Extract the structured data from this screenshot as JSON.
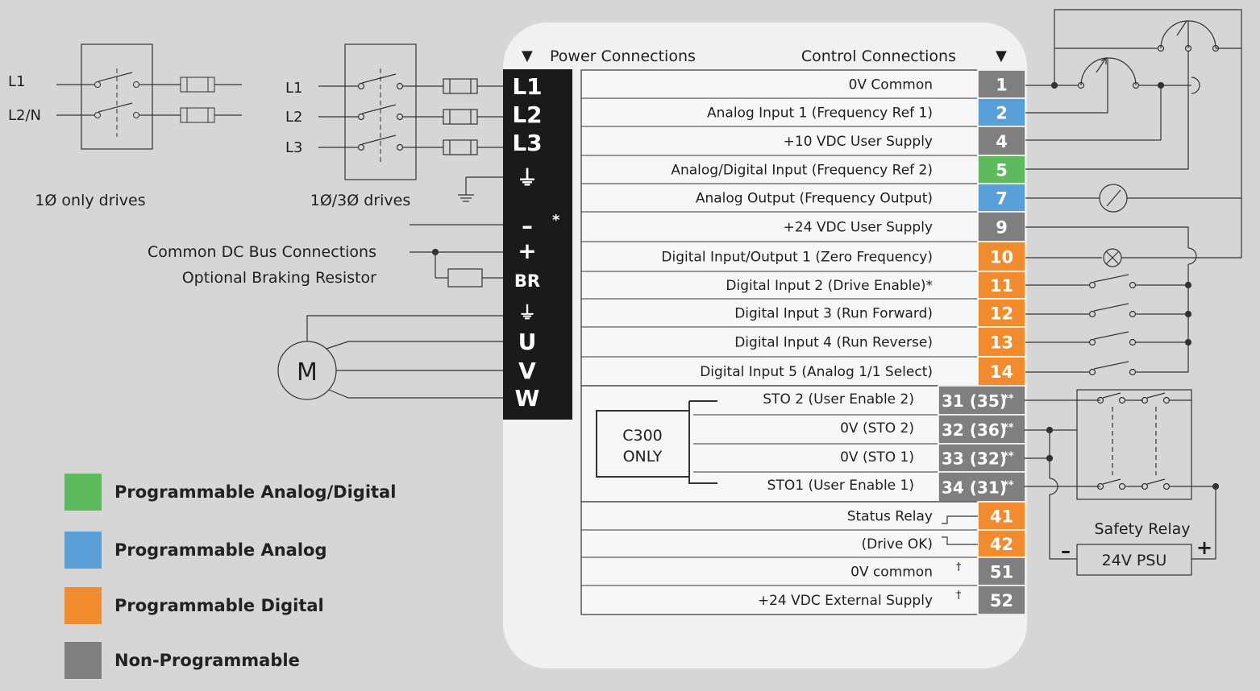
{
  "headers": {
    "power": "Power Connections",
    "control": "Control Connections"
  },
  "power_terminals": [
    "L1",
    "L2",
    "L3",
    "⏚",
    "–",
    "+",
    "BR",
    "⏚",
    "U",
    "V",
    "W"
  ],
  "power_asterisk": "*",
  "supply": {
    "single_phase": {
      "labels": [
        "L1",
        "L2/N"
      ],
      "caption": "1Ø only drives"
    },
    "three_phase": {
      "labels": [
        "L1",
        "L2",
        "L3"
      ],
      "caption": "1Ø/3Ø drives"
    }
  },
  "dc_bus": {
    "line1": "Common DC Bus Connections",
    "line2": "Optional Braking Resistor"
  },
  "motor_label": "M",
  "control_rows": [
    {
      "label": "0V Common",
      "num": "1",
      "color": "#7f7f7f"
    },
    {
      "label": "Analog Input 1 (Frequency Ref 1)",
      "num": "2",
      "color": "#5aa0d8"
    },
    {
      "label": "+10 VDC User Supply",
      "num": "4",
      "color": "#7f7f7f"
    },
    {
      "label": "Analog/Digital Input (Frequency Ref 2)",
      "num": "5",
      "color": "#5dbb5d"
    },
    {
      "label": "Analog Output (Frequency Output)",
      "num": "7",
      "color": "#5aa0d8"
    },
    {
      "label": "+24 VDC User Supply",
      "num": "9",
      "color": "#7f7f7f"
    },
    {
      "label": "Digital Input/Output 1 (Zero Frequency)",
      "num": "10",
      "color": "#f28a2e"
    },
    {
      "label": "Digital Input 2 (Drive Enable)*",
      "num": "11",
      "color": "#f28a2e"
    },
    {
      "label": "Digital Input 3 (Run Forward)",
      "num": "12",
      "color": "#f28a2e"
    },
    {
      "label": "Digital Input 4 (Run Reverse)",
      "num": "13",
      "color": "#f28a2e"
    },
    {
      "label": "Digital Input 5 (Analog 1/1 Select)",
      "num": "14",
      "color": "#f28a2e"
    }
  ],
  "sto_rows": [
    {
      "label": "STO 2 (User Enable 2)",
      "num": "31 (35)",
      "sup": "**"
    },
    {
      "label": "0V (STO 2)",
      "num": "32 (36)",
      "sup": "**"
    },
    {
      "label": "0V (STO 1)",
      "num": "33 (32)",
      "sup": "**"
    },
    {
      "label": "STO1 (User Enable 1)",
      "num": "34 (31)",
      "sup": "**"
    }
  ],
  "sto_box": {
    "line1": "C300",
    "line2": "ONLY"
  },
  "relay_rows": [
    {
      "label": "Status Relay",
      "num": "41"
    },
    {
      "label": "(Drive OK)",
      "num": "42"
    }
  ],
  "aux_rows": [
    {
      "label": "0V common",
      "num": "51",
      "mark": "†"
    },
    {
      "label": "+24 VDC External Supply",
      "num": "52",
      "mark": "†"
    }
  ],
  "safety": {
    "label": "Safety Relay",
    "psu": "24V PSU",
    "minus": "–",
    "plus": "+"
  },
  "legend": [
    {
      "label": "Programmable Analog/Digital",
      "color": "#5dbb5d"
    },
    {
      "label": "Programmable Analog",
      "color": "#5aa0d8"
    },
    {
      "label": "Programmable Digital",
      "color": "#f28a2e"
    },
    {
      "label": "Non-Programmable",
      "color": "#7f7f7f"
    }
  ],
  "colors": {
    "background": "#d6d6d6",
    "panel": "#f1f1f1",
    "terminal_block": "#1a1a1a",
    "grey_terminal": "#7f7f7f"
  }
}
